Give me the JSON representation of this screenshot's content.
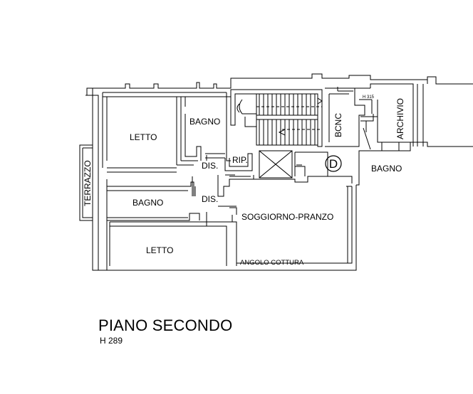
{
  "rooms": {
    "letto_1": "LETTO",
    "bagno_1": "BAGNO",
    "terrazzo": "TERRAZZO",
    "dis_1": "DIS.",
    "rip": "RIP.",
    "bcnc": "BCNC",
    "h315": "H 315",
    "archivio": "ARCHIVIO",
    "bagno_3": "BAGNO",
    "bagno_2": "BAGNO",
    "dis_2": "DIS.",
    "soggiorno": "SOGGIORNO-PRANZO",
    "letto_2": "LETTO",
    "angolo": "ANGOLO COTTURA",
    "d_symbol": "D"
  },
  "footer": {
    "title": "PIANO SECONDO",
    "height": "H 289"
  }
}
